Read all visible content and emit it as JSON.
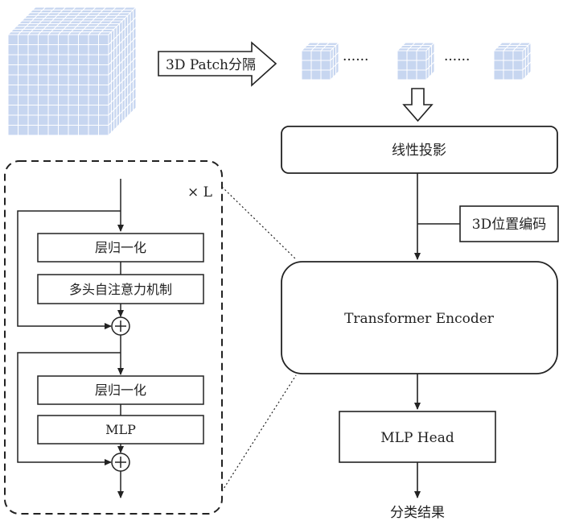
{
  "colors": {
    "cube_face": "#c7d6f0",
    "cube_line": "#ffffff",
    "stroke": "#222222"
  },
  "diagram": {
    "patch_label": "3D Patch分隔",
    "ellipsis_1": "······",
    "ellipsis_2": "······",
    "linear_projection": "线性投影",
    "position_encoding": "3D位置编码",
    "transformer_encoder": "Transformer Encoder",
    "mlp_head": "MLP Head",
    "result": "分类结果",
    "repeat_label": "× L",
    "detail": {
      "norm_1": "层归一化",
      "mhsa": "多头自注意力机制",
      "norm_2": "层归一化",
      "mlp": "MLP"
    }
  }
}
